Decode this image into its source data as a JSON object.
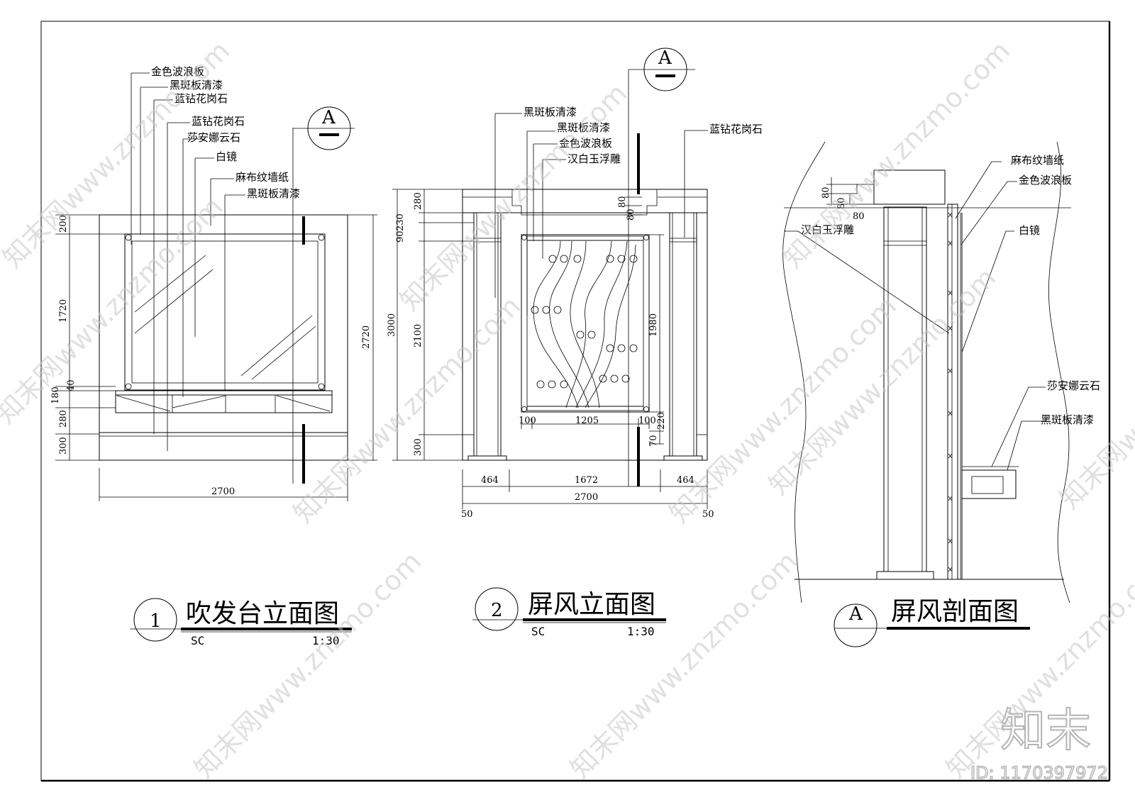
{
  "watermark": {
    "text": "知末网www.znzmo.com",
    "logo": "知末",
    "id": "ID: 1170397972",
    "color": "#c8c8c8"
  },
  "left_view": {
    "number": "1",
    "title": "吹发台立面图",
    "code": "SC",
    "scale": "1:30",
    "section_mark": "A",
    "labels": [
      "金色波浪板",
      "黑斑板清漆",
      "蓝钻花岗石",
      "蓝钻花岗石",
      "莎安娜云石",
      "白镜",
      "麻布纹墙纸",
      "黑斑板清漆"
    ],
    "dims_v": [
      "200",
      "1720",
      "180",
      "40",
      "280",
      "300",
      "2720"
    ],
    "dim_width": "2700"
  },
  "middle_view": {
    "number": "2",
    "title": "屏风立面图",
    "code": "SC",
    "scale": "1:30",
    "section_mark": "A",
    "labels": [
      "黑斑板清漆",
      "黑斑板清漆",
      "金色波浪板",
      "汉白玉浮雕",
      "蓝钻花岗石"
    ],
    "dims_v_left": [
      "280",
      "90",
      "230",
      "3000",
      "2100",
      "300"
    ],
    "dims_v_right": [
      "80",
      "80",
      "1980",
      "220",
      "70"
    ],
    "dims_inner": [
      "100",
      "1205",
      "100"
    ],
    "dims_bottom": [
      "464",
      "1672",
      "464",
      "2700",
      "50",
      "50"
    ]
  },
  "right_view": {
    "title": "屏风剖面图",
    "section_mark": "A",
    "labels": [
      "麻布纹墙纸",
      "金色波浪板",
      "白镜",
      "汉白玉浮雕",
      "莎安娜云石",
      "黑斑板清漆"
    ],
    "dims": [
      "80",
      "80",
      "80"
    ]
  }
}
